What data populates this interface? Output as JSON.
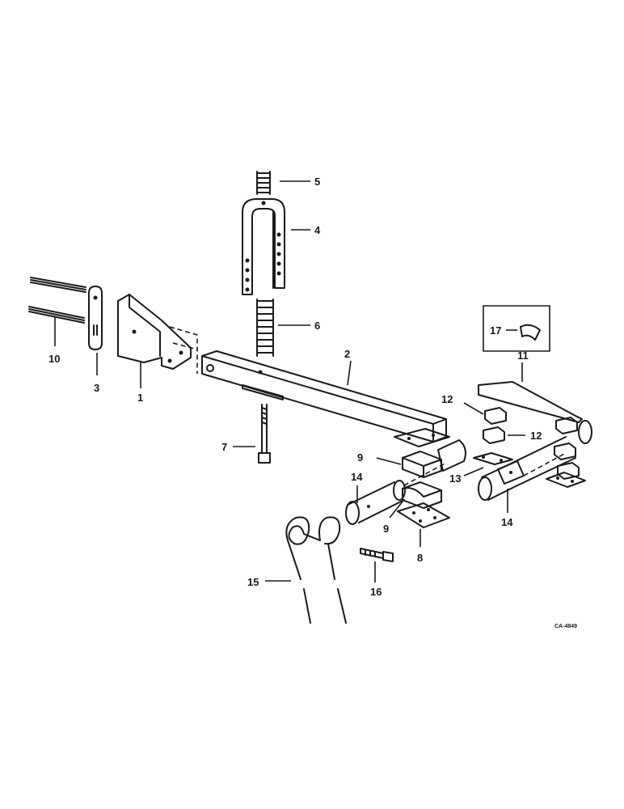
{
  "callouts": {
    "c1": "1",
    "c2": "2",
    "c3": "3",
    "c4": "4",
    "c5": "5",
    "c6": "6",
    "c7": "7",
    "c8": "8",
    "c9a": "9",
    "c9b": "9",
    "c10": "10",
    "c11": "11",
    "c12a": "12",
    "c12b": "12",
    "c13": "13",
    "c14a": "14",
    "c14b": "14",
    "c15": "15",
    "c16": "16",
    "c17": "17"
  },
  "reference_code": "CA-4849",
  "ink_color": "#1a1a1a"
}
